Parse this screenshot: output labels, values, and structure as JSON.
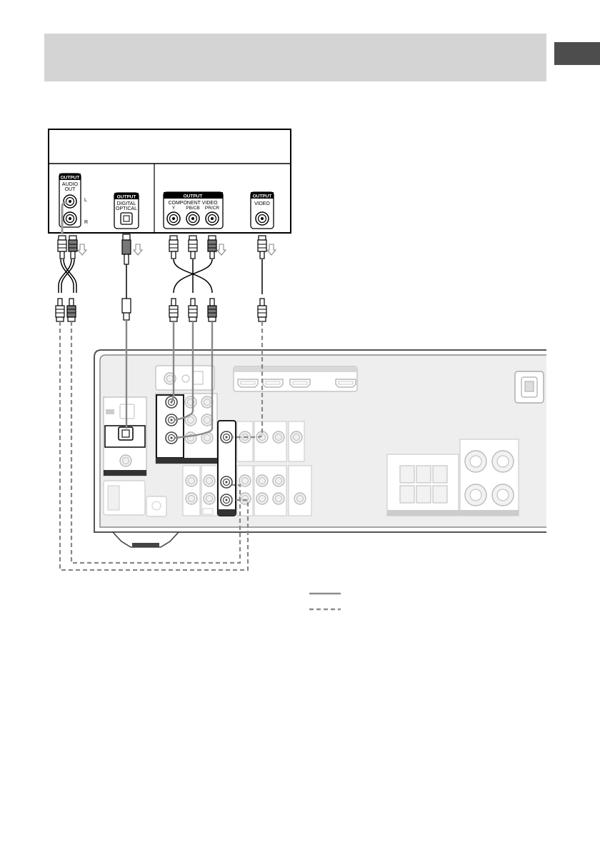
{
  "page": {
    "background": "#ffffff"
  },
  "header": {
    "band_color": "#d4d4d4",
    "tab_color": "#4d4d4d"
  },
  "source_device": {
    "audio_block": {
      "badge": "OUTPUT",
      "name_line1": "AUDIO",
      "name_line2": "OUT",
      "left": "L",
      "right": "R"
    },
    "optical_block": {
      "badge": "OUTPUT",
      "name_line1": "DIGITAL",
      "name_line2": "OPTICAL"
    },
    "component_block": {
      "badge": "OUTPUT",
      "name": "COMPONENT VIDEO",
      "y": "Y",
      "pb": "PB/CB",
      "pr": "PR/CR"
    },
    "video_block": {
      "badge": "OUTPUT",
      "name": "VIDEO"
    }
  },
  "legend": {
    "solid_color": "#8c8c8c",
    "dashed_color": "#8c8c8c"
  },
  "icons": [
    "rca-plug-icon",
    "optical-plug-icon",
    "signal-arrow-icon",
    "hdmi-port-icon",
    "speaker-terminal-icon",
    "power-inlet-icon"
  ]
}
